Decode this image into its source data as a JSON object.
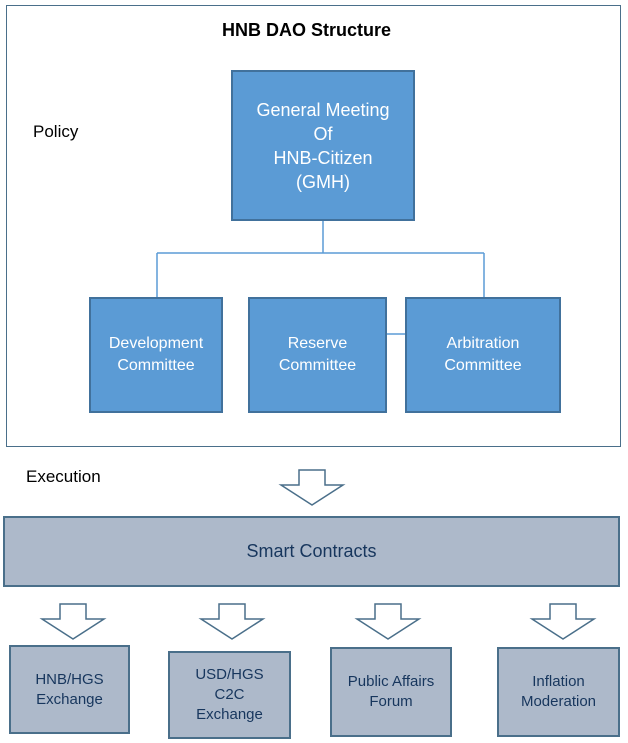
{
  "title": "HNB DAO Structure",
  "policy_label": "Policy",
  "execution_label": "Execution",
  "gmh": "General Meeting\nOf\nHNB-Citizen\n(GMH)",
  "committees": [
    "Development\nCommittee",
    "Reserve\nCommittee",
    "Arbitration\nCommittee"
  ],
  "smart_contracts": "Smart Contracts",
  "outputs": [
    "HNB/HGS\nExchange",
    "USD/HGS\nC2C\nExchange",
    "Public Affairs\nForum",
    "Inflation\nModeration"
  ],
  "colors": {
    "committee_fill": "#5b9bd5",
    "committee_border": "#41719c",
    "execution_fill": "#adb9ca",
    "execution_text": "#17365d"
  }
}
